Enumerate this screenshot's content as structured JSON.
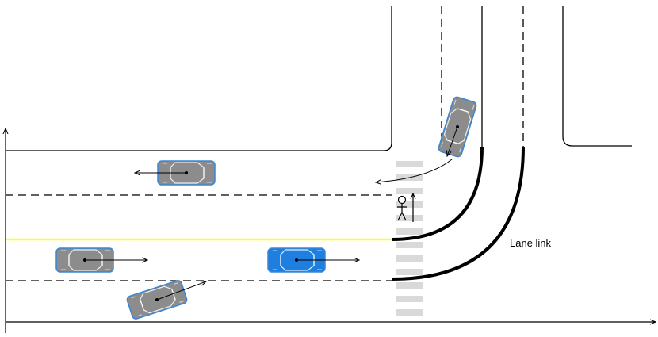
{
  "labels": {
    "lane_link": "Lane link"
  },
  "colors": {
    "road_line": "#000000",
    "center_line": "#ffff33",
    "crosswalk": "#d9d9d9",
    "ego_car": "#1f7fe0",
    "other_car": "#8c8c8c",
    "car_outline": "#3a86d4"
  },
  "entities": {
    "vehicles": [
      "vehicle-westbound",
      "vehicle-eastbound-left",
      "vehicle-ego",
      "vehicle-lane-changing",
      "vehicle-turning"
    ],
    "pedestrian": "pedestrian-icon"
  }
}
